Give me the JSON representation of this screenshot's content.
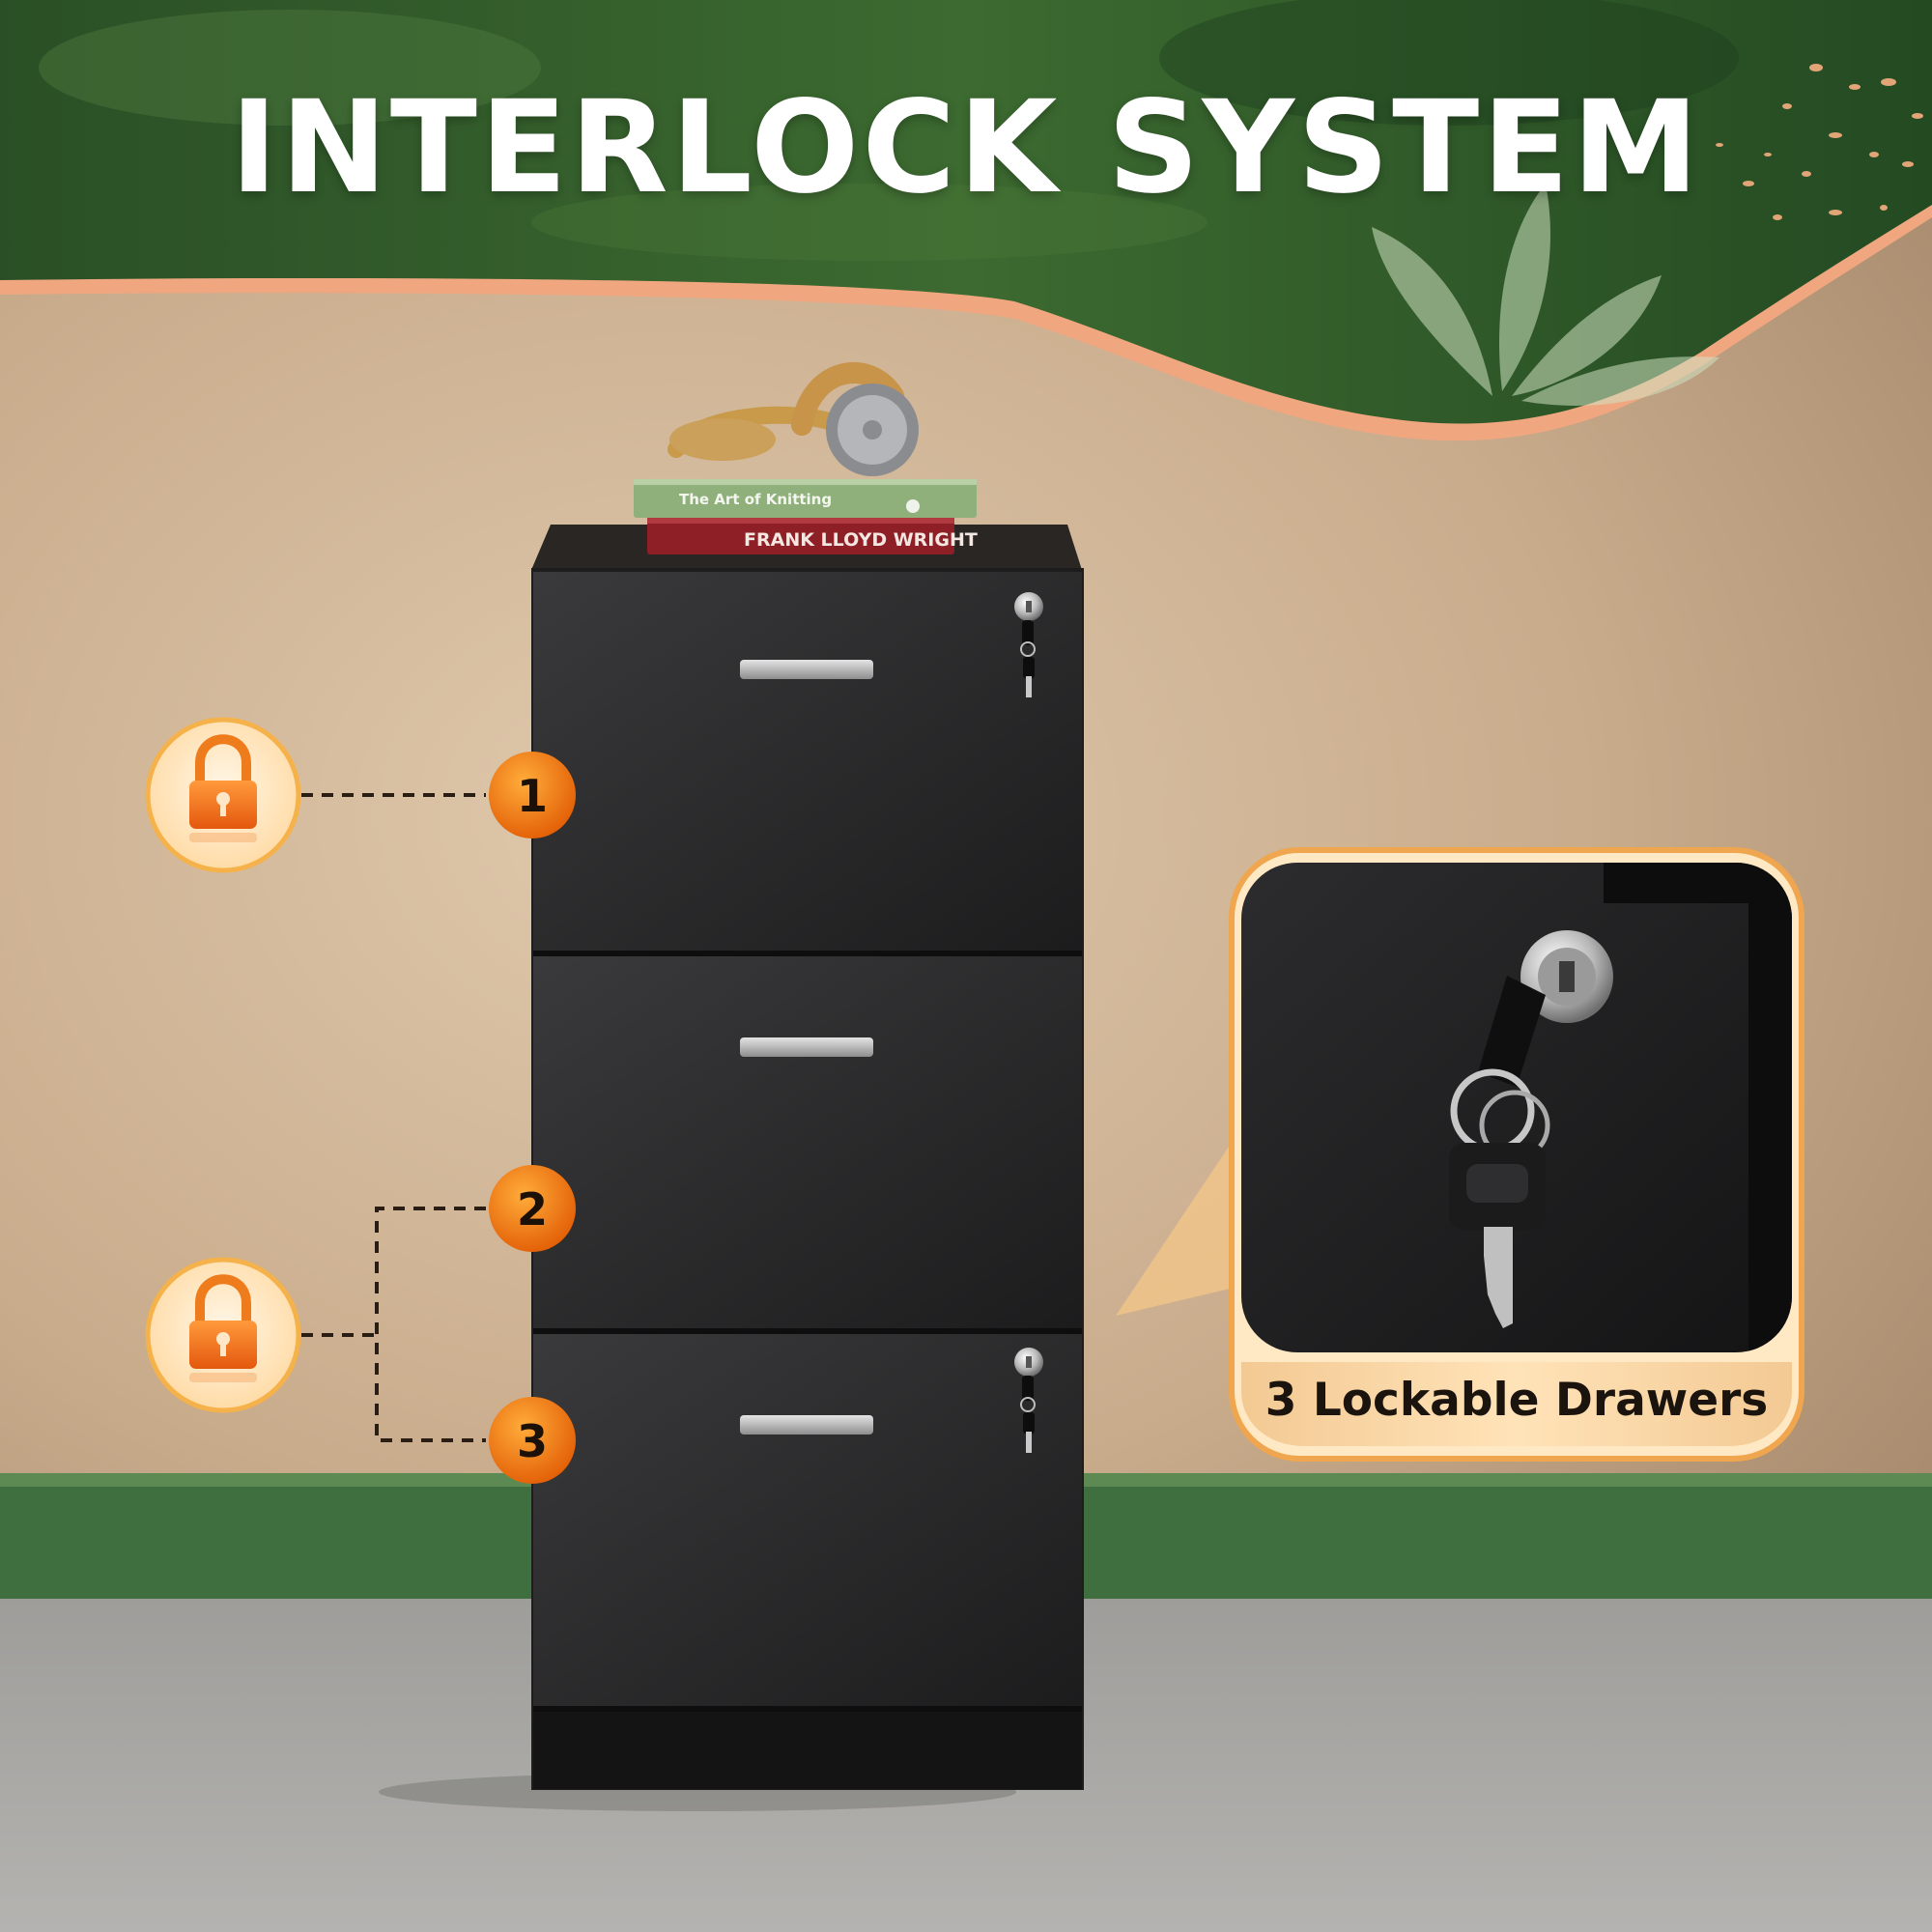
{
  "headline": "INTERLOCK SYSTEM",
  "callouts": [
    {
      "number": "1"
    },
    {
      "number": "2"
    },
    {
      "number": "3"
    }
  ],
  "books": [
    {
      "title": "The Art of Knitting"
    },
    {
      "title": "FRANK LLOYD WRIGHT"
    }
  ],
  "inset": {
    "caption": "3 Lockable Drawers"
  },
  "icons": [
    "padlock-icon",
    "padlock-icon",
    "key-icon",
    "headphones-icon",
    "leaf-icon"
  ],
  "colors": {
    "banner_green": "#2f5a2a",
    "accent_orange": "#f07a12",
    "peach_stripe": "#f0a780",
    "cabinet_black": "#1f1f20",
    "baseboard_green": "#3f6f3e",
    "floor_gray": "#a8a7a4",
    "wall_tan": "#c9ad8e"
  }
}
